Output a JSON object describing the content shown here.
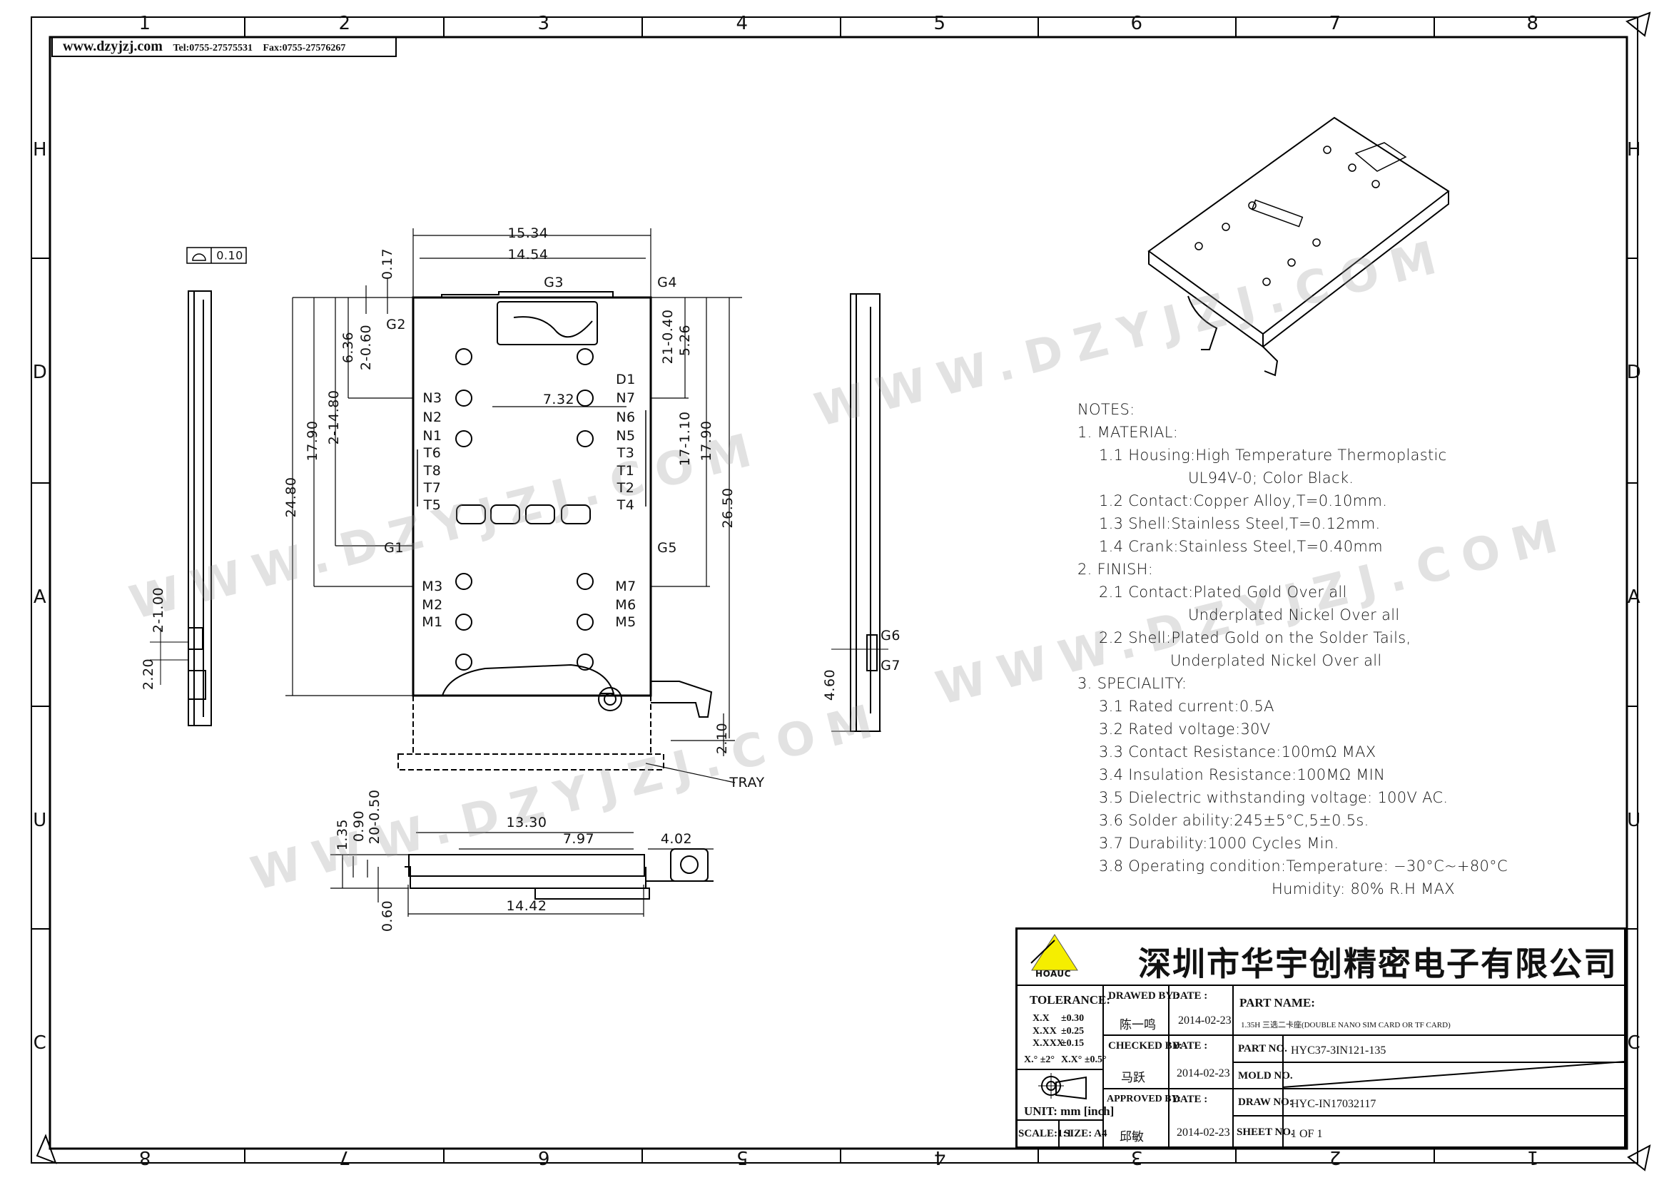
{
  "header": {
    "url": "www.dzyjzj.com",
    "tel": "Tel:0755-27575531",
    "fax": "Fax:0755-27576267"
  },
  "grid": {
    "columns_top": [
      "1",
      "2",
      "3",
      "4",
      "5",
      "6",
      "7",
      "8"
    ],
    "columns_bottom": [
      "8",
      "7",
      "6",
      "5",
      "4",
      "3",
      "2",
      "1"
    ],
    "rows": [
      "H",
      "D",
      "A",
      "U",
      "C"
    ]
  },
  "watermark": "WWW.DZYJZJ.COM",
  "flatness_tolerance": "0.10",
  "dims": {
    "w1534": "15.34",
    "w1454": "14.54",
    "d017": "0.17",
    "d2_060": "2-0.60",
    "d636": "6.36",
    "d2_1480": "2-14.80",
    "d1790l": "17.90",
    "d2480": "24.80",
    "d21_040": "21-0.40",
    "d526": "5.26",
    "d732": "7.32",
    "d17_110": "17-1.10",
    "d1790r": "17.90",
    "d2650": "26.50",
    "d210": "2.10",
    "d2_100": "2-1.00",
    "d220": "2.20",
    "d460": "4.60",
    "d1330": "13.30",
    "d797": "7.97",
    "d402": "4.02",
    "d1442": "14.42",
    "d135": "1.35",
    "d090": "0.90",
    "d20_050": "20-0.50",
    "d060": "0.60"
  },
  "pins": {
    "left": [
      "N3",
      "N2",
      "N1",
      "T6",
      "T8",
      "T7",
      "T5"
    ],
    "right": [
      "D1",
      "N7",
      "N6",
      "N5",
      "T3",
      "T1",
      "T2",
      "T4"
    ],
    "left_bottom": [
      "M3",
      "M2",
      "M1"
    ],
    "right_bottom": [
      "M7",
      "M6",
      "M5"
    ],
    "ground": {
      "g1": "G1",
      "g2": "G2",
      "g3": "G3",
      "g4": "G4",
      "g5": "G5",
      "g6": "G6",
      "g7": "G7"
    }
  },
  "tray_label": "TRAY",
  "notes": {
    "title": "NOTES:",
    "lines": [
      {
        "text": "1.  MATERIAL:",
        "level": 0
      },
      {
        "text": "1.1  Housing:High  Temperature  Thermoplastic",
        "level": 1
      },
      {
        "text": "UL94V-0;  Color  Black.",
        "level": 2
      },
      {
        "text": "1.2  Contact:Copper  Alloy,T=0.10mm.",
        "level": 1
      },
      {
        "text": "1.3  Shell:Stainless  Steel,T=0.12mm.",
        "level": 1
      },
      {
        "text": "1.4  Crank:Stainless  Steel,T=0.40mm",
        "level": 1
      },
      {
        "text": "2.  FINISH:",
        "level": 0
      },
      {
        "text": "2.1  Contact:Plated  Gold  Over  all",
        "level": 1
      },
      {
        "text": "Underplated  Nickel  Over  all",
        "level": 2
      },
      {
        "text": "2.2  Shell:Plated  Gold  on  the  Solder  Tails,",
        "level": 1
      },
      {
        "text": "Underplated  Nickel  Over  all",
        "level": 2
      },
      {
        "text": "3.  SPECIALITY:",
        "level": 0
      },
      {
        "text": "3.1  Rated  current:0.5A",
        "level": 1
      },
      {
        "text": "3.2  Rated  voltage:30V",
        "level": 1
      },
      {
        "text": "3.3  Contact  Resistance:100mΩ  MAX",
        "level": 1
      },
      {
        "text": "3.4  Insulation  Resistance:100MΩ  MIN",
        "level": 1
      },
      {
        "text": "3.5  Dielectric  withstanding  voltage:  100V  AC.",
        "level": 1
      },
      {
        "text": "3.6  Solder  ability:245±5°C,5±0.5s.",
        "level": 1
      },
      {
        "text": "3.7  Durability:1000  Cycles  Min.",
        "level": 1
      },
      {
        "text": "3.8  Operating  condition:Temperature:  −30°C~+80°C",
        "level": 1
      },
      {
        "text": "Humidity:  80%  R.H  MAX",
        "level": 3
      }
    ]
  },
  "title_block": {
    "logo_text": "HOAUC",
    "company": "深圳市华宇创精密电子有限公司",
    "tolerance_label": "TOLERANCE:",
    "tol": [
      {
        "k": "X.X",
        "v": "±0.30"
      },
      {
        "k": "X.XX",
        "v": "±0.25"
      },
      {
        "k": "X.XXX",
        "v": "±0.15"
      }
    ],
    "angle1": "X.° ±2°",
    "angle2": "X.X° ±0.5°",
    "unit": "UNIT: mm [inch]",
    "scale": "SCALE:1:1",
    "size": "SIZE: A4",
    "drawed_by_label": "DRAWED BY :",
    "drawed_by": "陈一鸣",
    "checked_by_label": "CHECKED BY:",
    "checked_by": "马跃",
    "approved_by_label": "APPROVED BY:",
    "approved_by": "邱敏",
    "date_label": "DATE :",
    "date1": "2014-02-23",
    "date2": "2014-02-23",
    "date3": "2014-02-23",
    "part_name_label": "PART NAME:",
    "part_name": "1.35H 三选二卡座(DOUBLE NANO SIM CARD OR TF CARD)",
    "part_no_label": "PART NO.",
    "part_no": "HYC37-3IN121-135",
    "mold_no_label": "MOLD NO.",
    "draw_no_label": "DRAW NO:",
    "draw_no": "HYC-IN17032117",
    "sheet_no_label": "SHEET NO.",
    "sheet_no": "1 OF 1"
  }
}
